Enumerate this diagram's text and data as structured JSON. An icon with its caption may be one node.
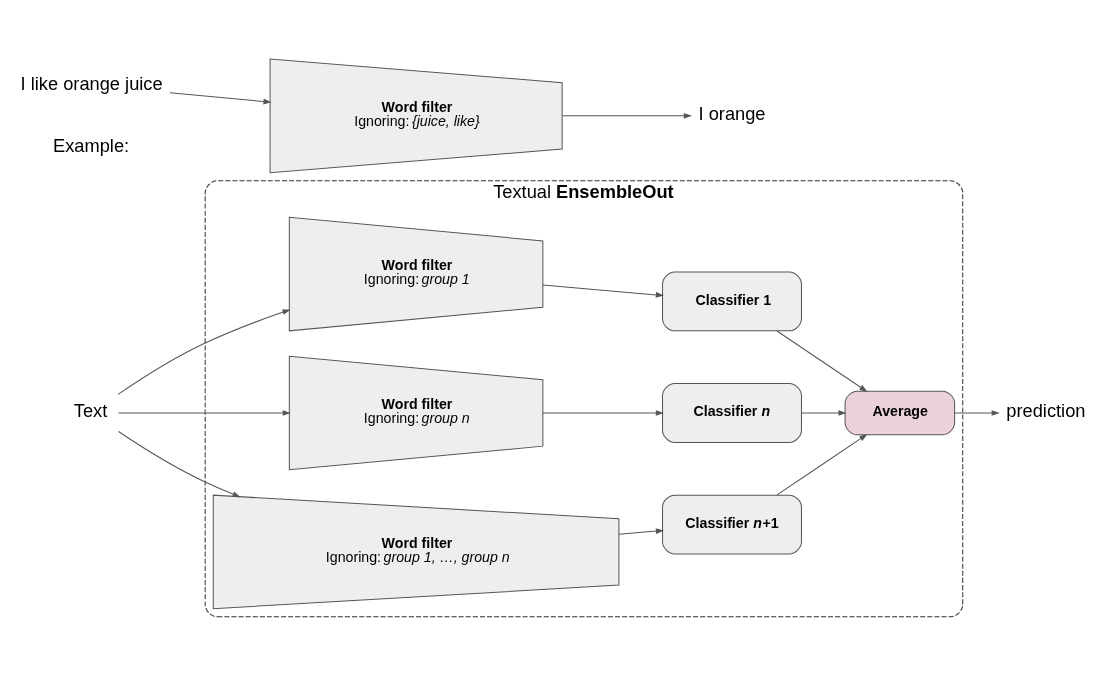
{
  "diagram": {
    "nodes": [
      {
        "text": [
          "Textual **EnsembleOut**"
        ]
      },
      {
        "text": [
          "Text"
        ]
      },
      {
        "text": [
          "Word filter",
          "Ignoring: *group 1*"
        ],
        "in": 0
      },
      {
        "text": [
          "Word filter",
          "Ignoring: *group n*"
        ],
        "in": 0
      },
      {
        "text": [
          "Word filter",
          "Ignoring: *group 1, …, group n*"
        ],
        "in": 0
      },
      {
        "text": [
          "Classifier 1"
        ],
        "in": 0
      },
      {
        "text": [
          "Classifier *n*"
        ],
        "in": 0
      },
      {
        "text": [
          "Classifier *n*+1"
        ],
        "in": 0
      },
      {
        "text": [
          "Average"
        ],
        "in": 0
      },
      {
        "text": [
          "prediction"
        ]
      },
      {
        "text": [
          "I like orange juice"
        ]
      },
      {
        "text": [
          "Word filter",
          "Ignoring: *{juice, like}*"
        ]
      },
      {
        "text": [
          "I orange"
        ]
      }
    ],
    "edges": [
      {
        "from": 1,
        "to": 2,
        "arrow": "to"
      },
      {
        "from": 1,
        "to": 3,
        "arrow": "to"
      },
      {
        "from": 1,
        "to": 4,
        "arrow": "to"
      },
      {
        "from": 2,
        "to": 5,
        "arrow": "to"
      },
      {
        "from": 3,
        "to": 6,
        "arrow": "to"
      },
      {
        "from": 4,
        "to": 7,
        "arrow": "to"
      },
      {
        "from": 5,
        "to": 8,
        "arrow": "to"
      },
      {
        "from": 6,
        "to": 8,
        "arrow": "to"
      },
      {
        "from": 7,
        "to": 8,
        "arrow": "to"
      },
      {
        "from": 8,
        "to": 9,
        "arrow": "to"
      },
      {
        "from": 10,
        "to": 11,
        "arrow": "to"
      },
      {
        "from": 11,
        "to": 12,
        "arrow": "to"
      }
    ],
    "labels": [
      "Example:"
    ]
  }
}
